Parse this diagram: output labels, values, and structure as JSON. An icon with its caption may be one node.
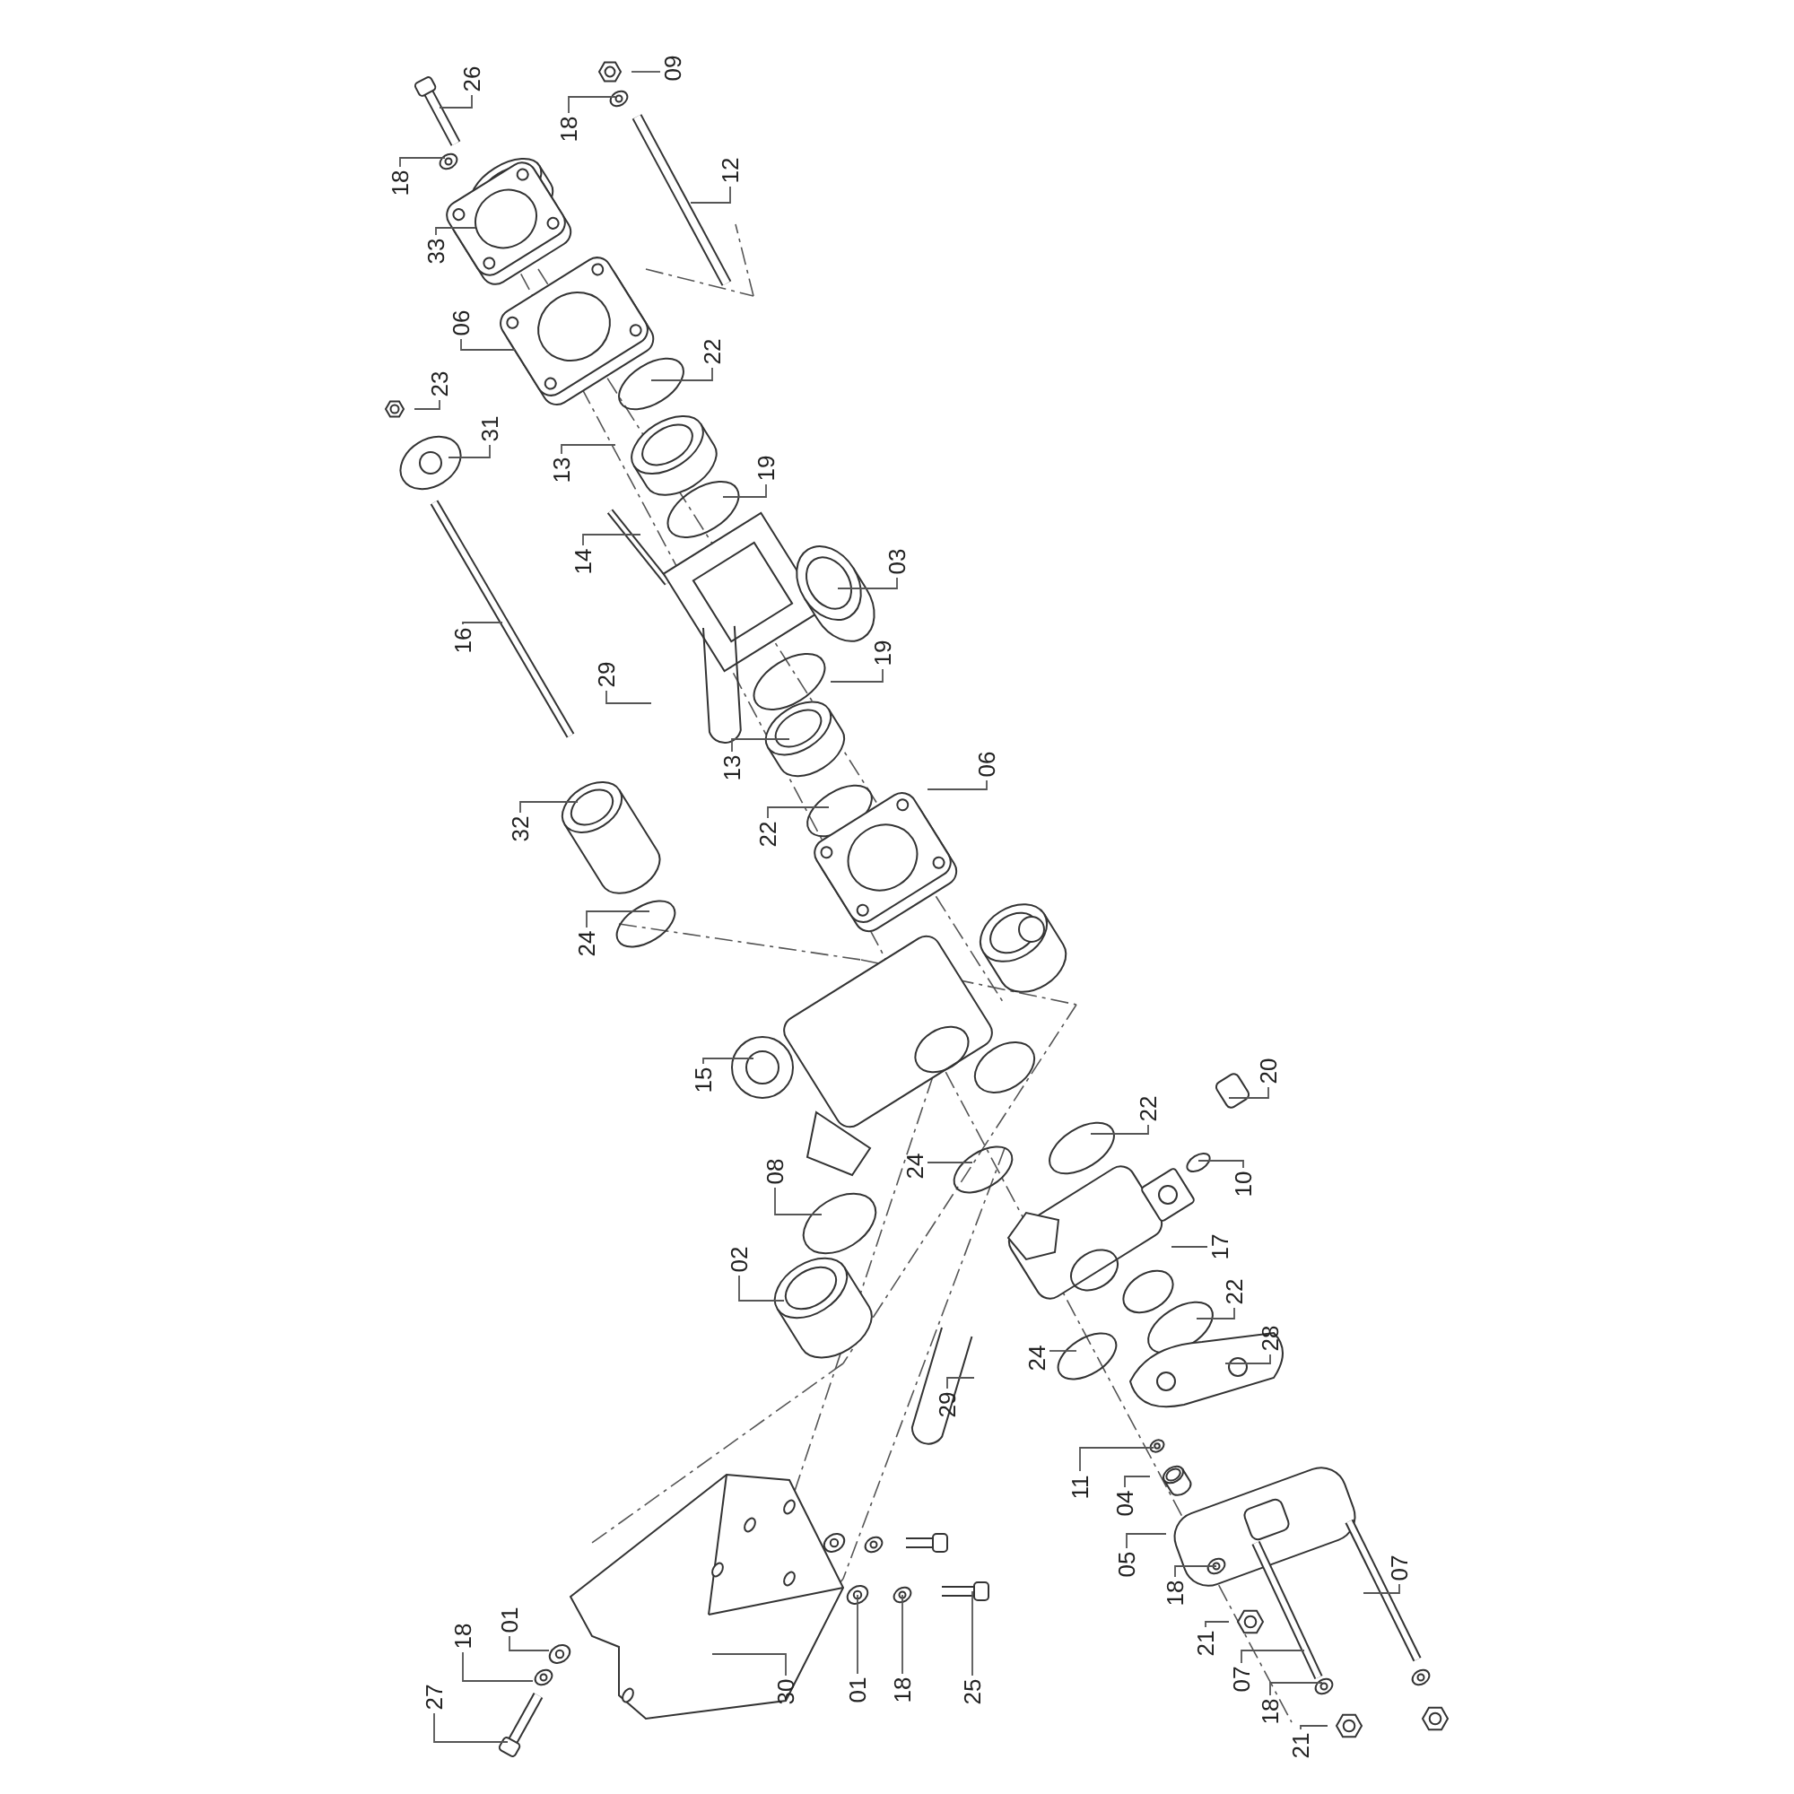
{
  "diagram": {
    "nodes": [
      {
        "text": [
          "09"
        ]
      },
      {
        "text": [
          "26"
        ]
      },
      {
        "text": [
          "18"
        ]
      },
      {
        "text": [
          "12"
        ]
      },
      {
        "text": [
          "18"
        ]
      },
      {
        "text": [
          "33"
        ]
      },
      {
        "text": [
          "06"
        ]
      },
      {
        "text": [
          "22"
        ]
      },
      {
        "text": [
          "23"
        ]
      },
      {
        "text": [
          "31"
        ]
      },
      {
        "text": [
          "19"
        ]
      },
      {
        "text": [
          "13"
        ]
      },
      {
        "text": [
          "14"
        ]
      },
      {
        "text": [
          "03"
        ]
      },
      {
        "text": [
          "16"
        ]
      },
      {
        "text": [
          "19"
        ]
      },
      {
        "text": [
          "29"
        ]
      },
      {
        "text": [
          "06"
        ]
      },
      {
        "text": [
          "13"
        ]
      },
      {
        "text": [
          "32"
        ]
      },
      {
        "text": [
          "22"
        ]
      },
      {
        "text": [
          "24"
        ]
      },
      {
        "text": [
          "20"
        ]
      },
      {
        "text": [
          "15"
        ]
      },
      {
        "text": [
          "22"
        ]
      },
      {
        "text": [
          "24"
        ]
      },
      {
        "text": [
          "08"
        ]
      },
      {
        "text": [
          "10"
        ]
      },
      {
        "text": [
          "17"
        ]
      },
      {
        "text": [
          "02"
        ]
      },
      {
        "text": [
          "22"
        ]
      },
      {
        "text": [
          "28"
        ]
      },
      {
        "text": [
          "24"
        ]
      },
      {
        "text": [
          "29"
        ]
      },
      {
        "text": [
          "11"
        ]
      },
      {
        "text": [
          "04"
        ]
      },
      {
        "text": [
          "05"
        ]
      },
      {
        "text": [
          "07"
        ]
      },
      {
        "text": [
          "18"
        ]
      },
      {
        "text": [
          "01"
        ]
      },
      {
        "text": [
          "18"
        ]
      },
      {
        "text": [
          "21"
        ]
      },
      {
        "text": [
          "07"
        ]
      },
      {
        "text": [
          "01"
        ]
      },
      {
        "text": [
          "18"
        ]
      },
      {
        "text": [
          "25"
        ]
      },
      {
        "text": [
          "30"
        ]
      },
      {
        "text": [
          "27"
        ]
      },
      {
        "text": [
          "18"
        ]
      },
      {
        "text": [
          "21"
        ]
      }
    ],
    "edges": [
      {
        "from": 0,
        "to": null,
        "arrow": "none"
      },
      {
        "from": 1,
        "to": null,
        "arrow": "none"
      },
      {
        "from": 2,
        "to": null,
        "arrow": "none"
      },
      {
        "from": 3,
        "to": null,
        "arrow": "none"
      },
      {
        "from": 4,
        "to": null,
        "arrow": "none"
      },
      {
        "from": 5,
        "to": null,
        "arrow": "none"
      },
      {
        "from": 6,
        "to": null,
        "arrow": "none"
      },
      {
        "from": 7,
        "to": null,
        "arrow": "none"
      },
      {
        "from": 8,
        "to": null,
        "arrow": "none"
      },
      {
        "from": 9,
        "to": null,
        "arrow": "none"
      },
      {
        "from": 10,
        "to": null,
        "arrow": "none"
      },
      {
        "from": 11,
        "to": null,
        "arrow": "none"
      },
      {
        "from": 12,
        "to": null,
        "arrow": "none"
      },
      {
        "from": 13,
        "to": null,
        "arrow": "none"
      },
      {
        "from": 14,
        "to": null,
        "arrow": "none"
      },
      {
        "from": 15,
        "to": null,
        "arrow": "none"
      },
      {
        "from": 16,
        "to": null,
        "arrow": "none"
      },
      {
        "from": 17,
        "to": null,
        "arrow": "none"
      },
      {
        "from": 18,
        "to": null,
        "arrow": "none"
      },
      {
        "from": 19,
        "to": null,
        "arrow": "none"
      },
      {
        "from": 20,
        "to": null,
        "arrow": "none"
      },
      {
        "from": 21,
        "to": null,
        "arrow": "none"
      },
      {
        "from": 22,
        "to": null,
        "arrow": "none"
      },
      {
        "from": 23,
        "to": null,
        "arrow": "none"
      },
      {
        "from": 24,
        "to": null,
        "arrow": "none"
      },
      {
        "from": 25,
        "to": null,
        "arrow": "none"
      },
      {
        "from": 26,
        "to": null,
        "arrow": "none"
      },
      {
        "from": 27,
        "to": null,
        "arrow": "none"
      },
      {
        "from": 28,
        "to": null,
        "arrow": "none"
      },
      {
        "from": 29,
        "to": null,
        "arrow": "none"
      },
      {
        "from": 30,
        "to": null,
        "arrow": "none"
      },
      {
        "from": 31,
        "to": null,
        "arrow": "none"
      },
      {
        "from": 32,
        "to": null,
        "arrow": "none"
      },
      {
        "from": 33,
        "to": null,
        "arrow": "none"
      },
      {
        "from": 34,
        "to": null,
        "arrow": "none"
      },
      {
        "from": 35,
        "to": null,
        "arrow": "none"
      },
      {
        "from": 36,
        "to": null,
        "arrow": "none"
      },
      {
        "from": 37,
        "to": null,
        "arrow": "none"
      },
      {
        "from": 38,
        "to": null,
        "arrow": "none"
      },
      {
        "from": 39,
        "to": null,
        "arrow": "none"
      },
      {
        "from": 40,
        "to": null,
        "arrow": "none"
      },
      {
        "from": 41,
        "to": null,
        "arrow": "none"
      },
      {
        "from": 42,
        "to": null,
        "arrow": "none"
      },
      {
        "from": 43,
        "to": null,
        "arrow": "none"
      },
      {
        "from": 44,
        "to": null,
        "arrow": "none"
      },
      {
        "from": 45,
        "to": null,
        "arrow": "none"
      },
      {
        "from": 46,
        "to": null,
        "arrow": "none"
      },
      {
        "from": 47,
        "to": null,
        "arrow": "none"
      },
      {
        "from": 48,
        "to": null,
        "arrow": "none"
      },
      {
        "from": 49,
        "to": null,
        "arrow": "none"
      }
    ]
  }
}
